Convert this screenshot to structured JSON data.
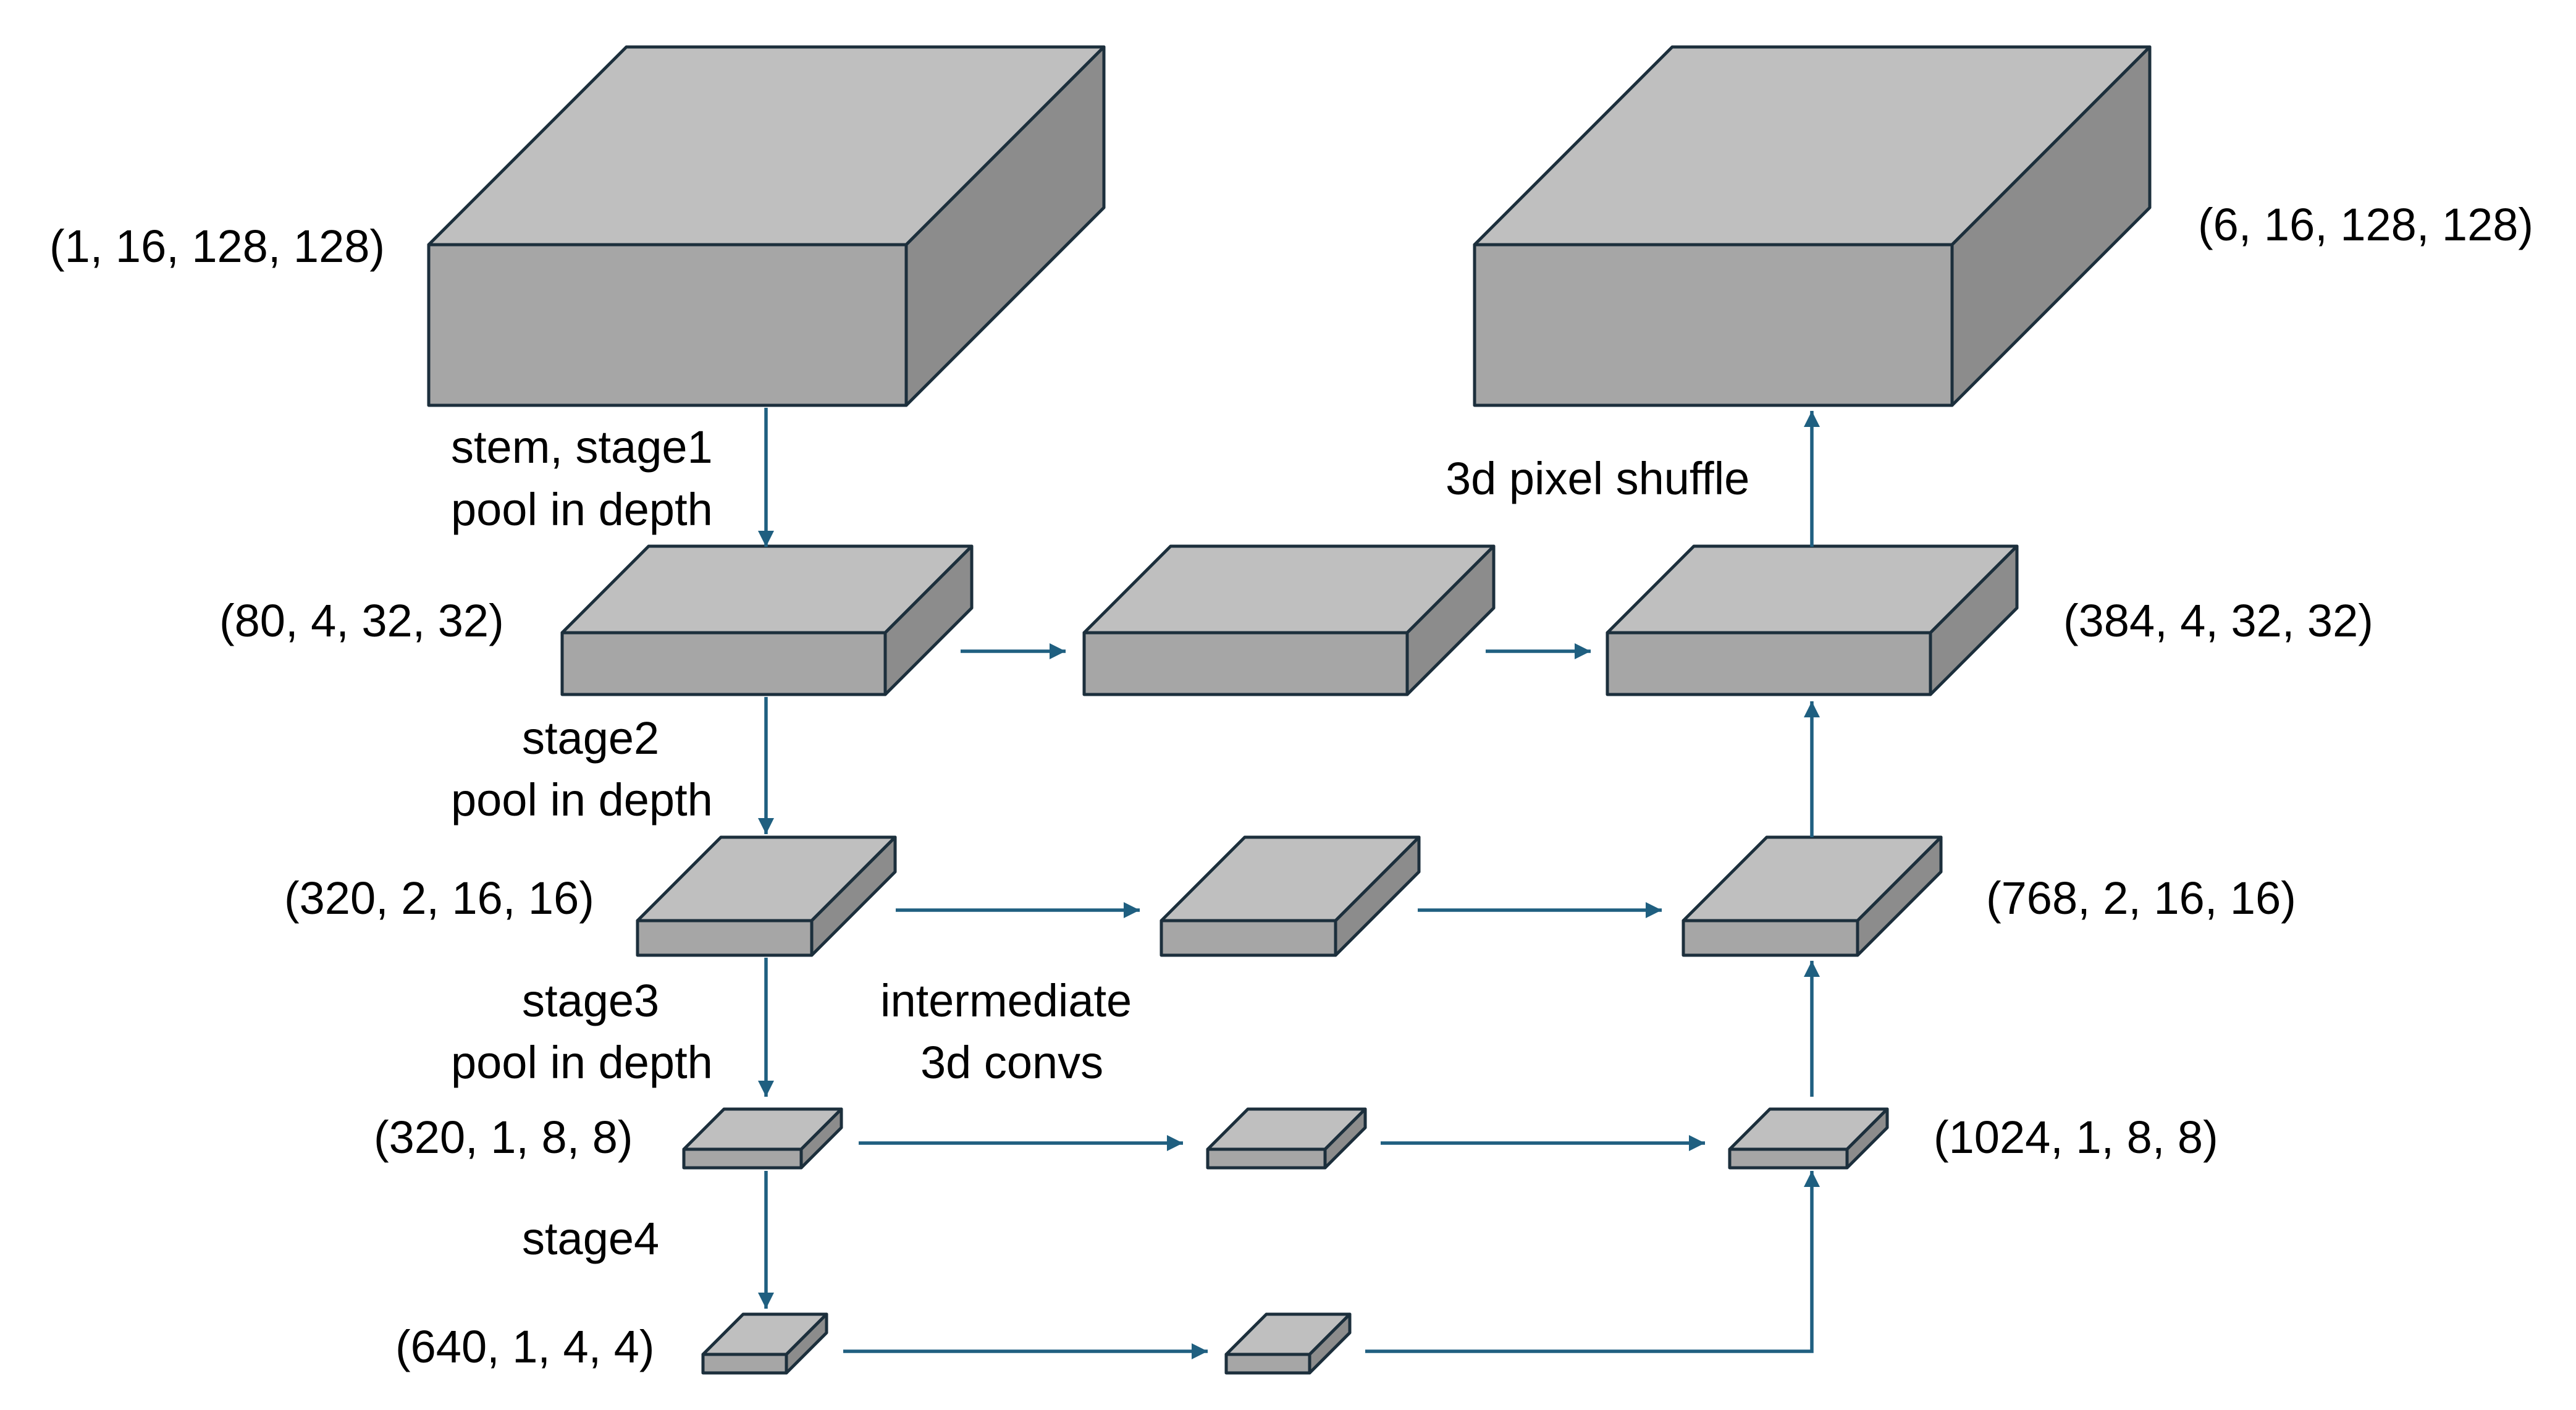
{
  "colors": {
    "box_top": "#bfbfbf",
    "box_front": "#a6a6a6",
    "box_side": "#8c8c8c",
    "box_outline": "#1c2f3c",
    "arrow": "#1f5f80"
  },
  "shape_labels": {
    "input": "(1, 16, 128, 128)",
    "output": "(6, 16, 128, 128)",
    "enc1": "(80, 4, 32, 32)",
    "enc2": "(320, 2, 16, 16)",
    "enc3": "(320, 1, 8, 8)",
    "enc4": "(640, 1, 4, 4)",
    "dec1": "(384, 4, 32, 32)",
    "dec2": "(768, 2, 16, 16)",
    "dec3": "(1024, 1, 8, 8)"
  },
  "stage_labels": {
    "stage1_line1": "stem, stage1",
    "stage1_line2": "pool in depth",
    "stage2_line1": "stage2",
    "stage2_line2": "pool in depth",
    "stage3_line1": "stage3",
    "stage3_line2": "pool in depth",
    "stage4": "stage4",
    "intermediate_line1": "intermediate",
    "intermediate_line2": "3d convs",
    "pixel_shuffle": "3d pixel shuffle"
  }
}
